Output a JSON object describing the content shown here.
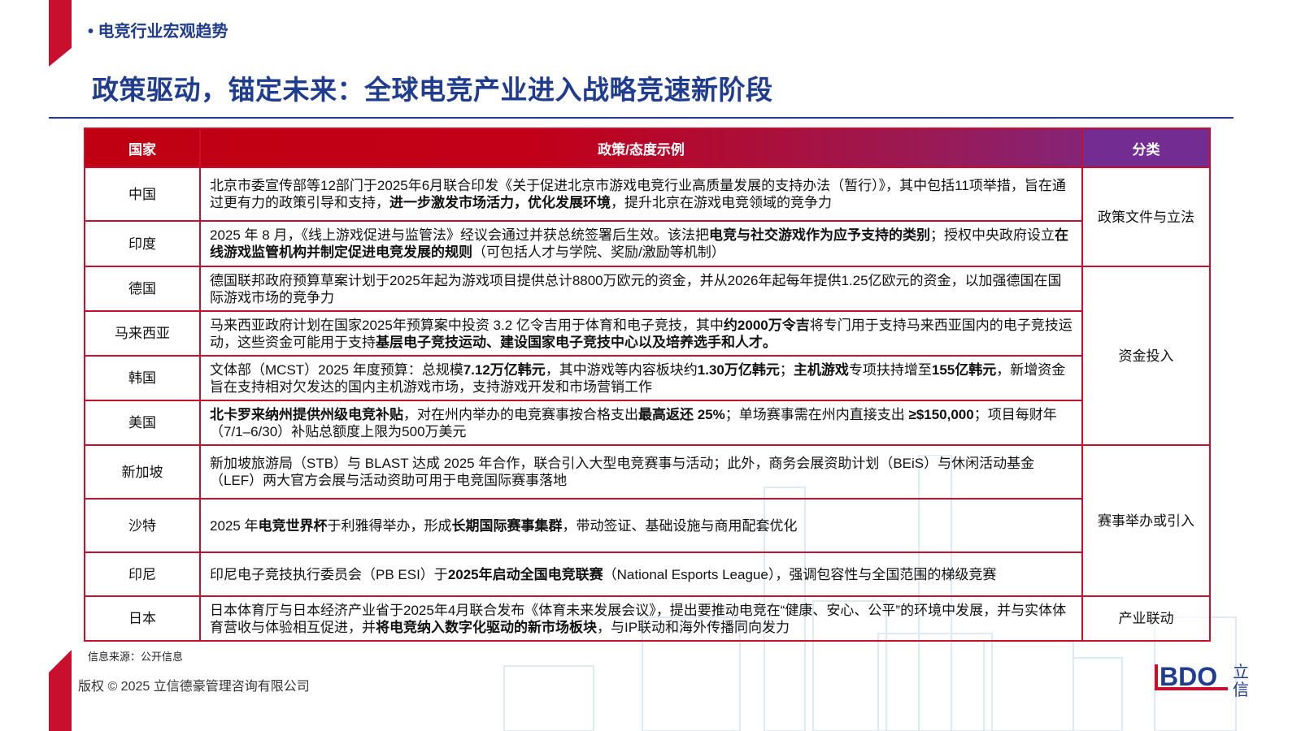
{
  "section": "• 电竞行业宏观趋势",
  "title": "政策驱动，锚定未来：全球电竞产业进入战略竞速新阶段",
  "table": {
    "headers": [
      "国家",
      "政策/态度示例",
      "分类"
    ],
    "categories": [
      {
        "label": "政策文件与立法",
        "rows": 2
      },
      {
        "label": "资金投入",
        "rows": 4
      },
      {
        "label": "赛事举办或引入",
        "rows": 3
      },
      {
        "label": "产业联动",
        "rows": 1
      }
    ],
    "rows": [
      {
        "country": "中国",
        "segments": [
          {
            "t": "北京市委宣传部等12部门于2025年6月联合印发《关于促进北京市游戏电竞行业高质量发展的支持办法（暂行）》，其中包括11项举措，旨在通过更有力的政策引导和支持，"
          },
          {
            "t": "进一步激发市场活力，优化发展环境",
            "b": true
          },
          {
            "t": "，提升北京在游戏电竞领域的竞争力"
          }
        ]
      },
      {
        "country": "印度",
        "segments": [
          {
            "t": "2025 年 8 月，《线上游戏促进与监管法》经议会通过并获总统签署后生效。该法把"
          },
          {
            "t": "电竞与社交游戏作为应予支持的类别",
            "b": true
          },
          {
            "t": "；授权中央政府设立"
          },
          {
            "t": "在线游戏监管机构并制定促进电竞发展的规则",
            "b": true
          },
          {
            "t": "（可包括人才与学院、奖励/激励等机制）"
          }
        ]
      },
      {
        "country": "德国",
        "segments": [
          {
            "t": "德国联邦政府预算草案计划于2025年起为游戏项目提供总计8800万欧元的资金，并从2026年起每年提供1.25亿欧元的资金，以加强德国在国际游戏市场的竞争力"
          }
        ]
      },
      {
        "country": "马来西亚",
        "segments": [
          {
            "t": "马来西亚政府计划在国家2025年预算案中投资 3.2 亿令吉用于体育和电子竞技，其中"
          },
          {
            "t": "约2000万令吉",
            "b": true
          },
          {
            "t": "将专门用于支持马来西亚国内的电子竞技运动，这些资金可能用于支持"
          },
          {
            "t": "基层电子竞技运动、建设国家电子竞技中心以及培养选手和人才。",
            "b": true
          }
        ]
      },
      {
        "country": "韩国",
        "segments": [
          {
            "t": "文体部（MCST）2025 年度预算：总规模"
          },
          {
            "t": "7.12万亿韩元",
            "b": true
          },
          {
            "t": "，其中游戏等内容板块约"
          },
          {
            "t": "1.30万亿韩元",
            "b": true
          },
          {
            "t": "；"
          },
          {
            "t": "主机游戏",
            "b": true
          },
          {
            "t": "专项扶持增至"
          },
          {
            "t": "155亿韩元",
            "b": true
          },
          {
            "t": "，新增资金旨在支持相对欠发达的国内主机游戏市场，支持游戏开发和市场营销工作"
          }
        ]
      },
      {
        "country": "美国",
        "segments": [
          {
            "t": "北卡罗来纳州提供州级电竞补贴",
            "b": true
          },
          {
            "t": "，对在州内举办的电竞赛事按合格支出"
          },
          {
            "t": "最高返还 25%",
            "b": true
          },
          {
            "t": "；单场赛事需在州内直接支出 "
          },
          {
            "t": "≥$150,000",
            "b": true
          },
          {
            "t": "；项目每财年（7/1–6/30）补贴总额度上限为500万美元"
          }
        ]
      },
      {
        "country": "新加坡",
        "segments": [
          {
            "t": "新加坡旅游局（STB）与 BLAST 达成 2025 年合作，联合引入大型电竞赛事与活动；此外，商务会展资助计划（BEiS）与休闲活动基金（LEF）两大官方会展与活动资助可用于电竞国际赛事落地"
          }
        ]
      },
      {
        "country": "沙特",
        "segments": [
          {
            "t": "2025 年"
          },
          {
            "t": "电竞世界杯",
            "b": true
          },
          {
            "t": "于利雅得举办，形成"
          },
          {
            "t": "长期国际赛事集群",
            "b": true
          },
          {
            "t": "，带动签证、基础设施与商用配套优化"
          }
        ]
      },
      {
        "country": "印尼",
        "segments": [
          {
            "t": "印尼电子竞技执行委员会（PB ESI）于"
          },
          {
            "t": "2025年启动全国电竞联赛",
            "b": true
          },
          {
            "t": "（National Esports League），强调包容性与全国范围的梯级竞赛"
          }
        ]
      },
      {
        "country": "日本",
        "segments": [
          {
            "t": "日本体育厅与日本经济产业省于2025年4月联合发布《体育未来发展会议》，提出要推动电竞在“健康、安心、公平”的环境中发展，并与实体体育营收与体验相互促进，并"
          },
          {
            "t": "将电竞纳入数字化驱动的新市场板块",
            "b": true
          },
          {
            "t": "，与IP联动和海外传播同向发力"
          }
        ]
      }
    ]
  },
  "source": "信息来源：公开信息",
  "copyright": "版权 © 2025 立信德豪管理咨询有限公司",
  "logo": {
    "text": "BDO",
    "cn": "立信"
  },
  "colors": {
    "red": "#c8102e",
    "blue": "#1f3c8f",
    "purple": "#722c92"
  }
}
